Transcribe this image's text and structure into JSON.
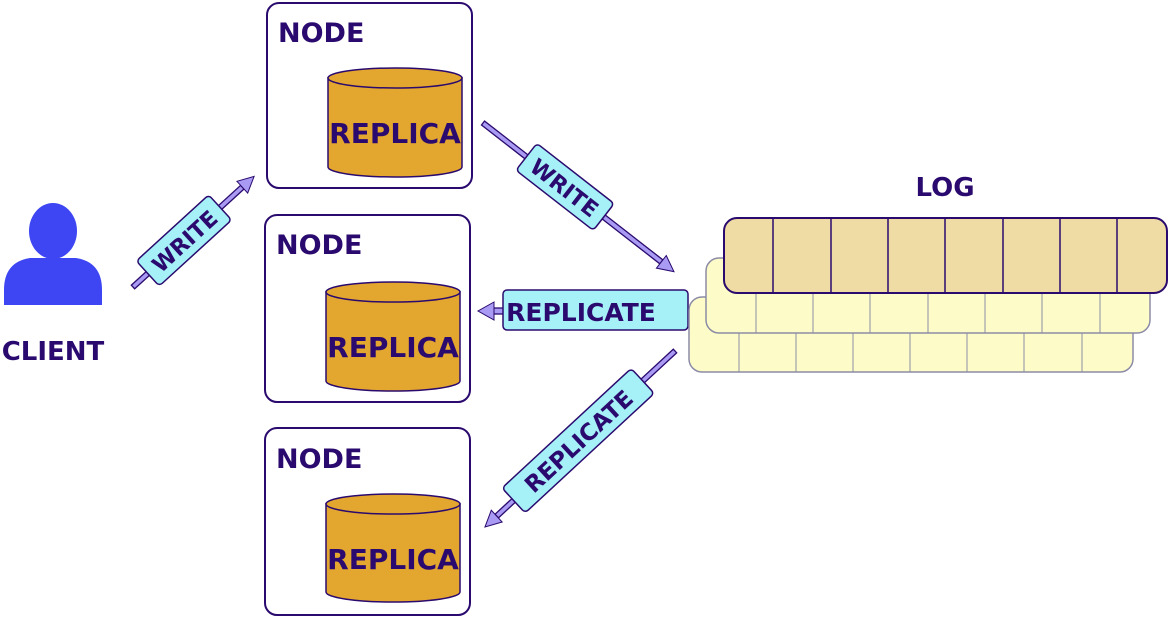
{
  "client": {
    "label": "CLIENT",
    "icon": "person-icon",
    "color": "#3d46f2"
  },
  "nodes": [
    {
      "title": "NODE",
      "replica": "REPLICA"
    },
    {
      "title": "NODE",
      "replica": "REPLICA"
    },
    {
      "title": "NODE",
      "replica": "REPLICA"
    }
  ],
  "arrows": {
    "client_write": "WRITE",
    "node_write": "WRITE",
    "replicate_mid": "REPLICATE",
    "replicate_low": "REPLICATE"
  },
  "log": {
    "label": "LOG"
  },
  "colors": {
    "text": "#2a0a6e",
    "replica": "#e3a62f",
    "tag": "#a6f0f8",
    "arrow": "#a99af3",
    "log_front": "#eedca4",
    "log_back": "#fdfcc8"
  }
}
